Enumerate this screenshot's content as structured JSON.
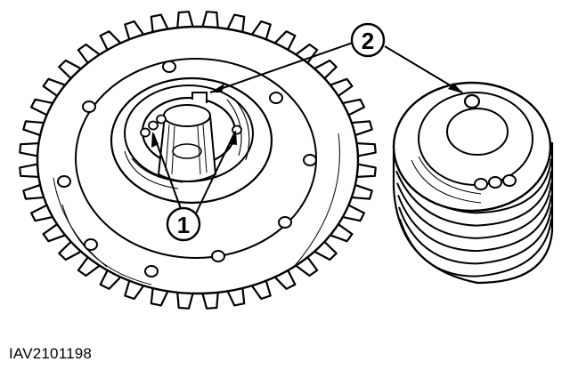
{
  "figure": {
    "identifier": "IAV2101198",
    "callouts": [
      {
        "number": "1"
      },
      {
        "number": "2"
      }
    ]
  },
  "colors": {
    "ink": "#000000",
    "paper": "#ffffff"
  }
}
